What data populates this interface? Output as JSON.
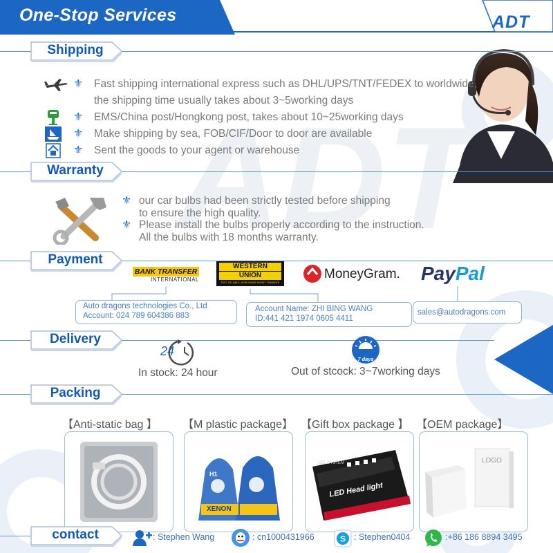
{
  "header": {
    "title": "One-Stop Services",
    "brand": "ADT"
  },
  "sections": {
    "shipping": "Shipping",
    "warranty": "Warranty",
    "payment": "Payment",
    "delivery": "Delivery",
    "packing": "Packing",
    "contact": "contact"
  },
  "shipping": {
    "lines": [
      "Fast shipping international express such as DHL/UPS/TNT/FEDEX to worldwide,",
      "the shipping time  usually takes about 3~5working days",
      "EMS/China post/Hongkong post, takes about 10~25working days",
      "Make shipping by sea, FOB/CIF/Door to door are available",
      "Sent the goods to your agent or warehouse"
    ]
  },
  "warranty": {
    "lines": [
      "our car bulbs had been strictly tested before shipping",
      "to ensure the high quality.",
      "Please install the bulbs properly according to the instruction.",
      "All the bulbs with 18 months warranty."
    ]
  },
  "payment": {
    "logos": {
      "bank_top": "BANK TRANSFER",
      "bank_bottom": "INTERNATIONAL",
      "wu_top": "WESTERN",
      "wu_bottom": "UNION",
      "wu_tagline": "FAST, RELIABLE, WORLDWIDE MONEY TRANSFER",
      "moneygram": "MoneyGram.",
      "paypal_pay": "Pay",
      "paypal_pal": "Pal"
    },
    "bank_lines": [
      "Auto dragons technologies Co., Ltd",
      "Account: 024 789 604386 883"
    ],
    "wu_lines": [
      "Account Name: ZHI BING  WANG",
      "ID:441 421 1974 0605 4411"
    ],
    "paypal_email": "sales@autodragons.com"
  },
  "delivery": {
    "in_stock_icon": "24",
    "in_stock": "In stock: 24 hour",
    "out_stock_icon": "7 days",
    "out_stock": "Out of stcock: 3~7working days"
  },
  "packing": {
    "items": [
      "【Anti-static bag 】",
      "【M plastic package】",
      "【Gift box package 】",
      "【OEM package】"
    ],
    "m_plastic_brand": "XENON",
    "m_plastic_badge": "H1",
    "gift_box_label": "LED Head light",
    "gift_box_small": "LED SYSTEM",
    "oem_logo": "LOGO"
  },
  "contact": {
    "person": ": Stephen Wang",
    "qq": ": cn1000431966",
    "skype": ": Stephen0404",
    "whatsapp": ":+86 186 8894 3495"
  },
  "colors": {
    "primary_blue": "#1c66c4",
    "tab_blue": "#1259b0",
    "text_gray": "#7a7a7a",
    "box_border": "#8fb3dc"
  }
}
